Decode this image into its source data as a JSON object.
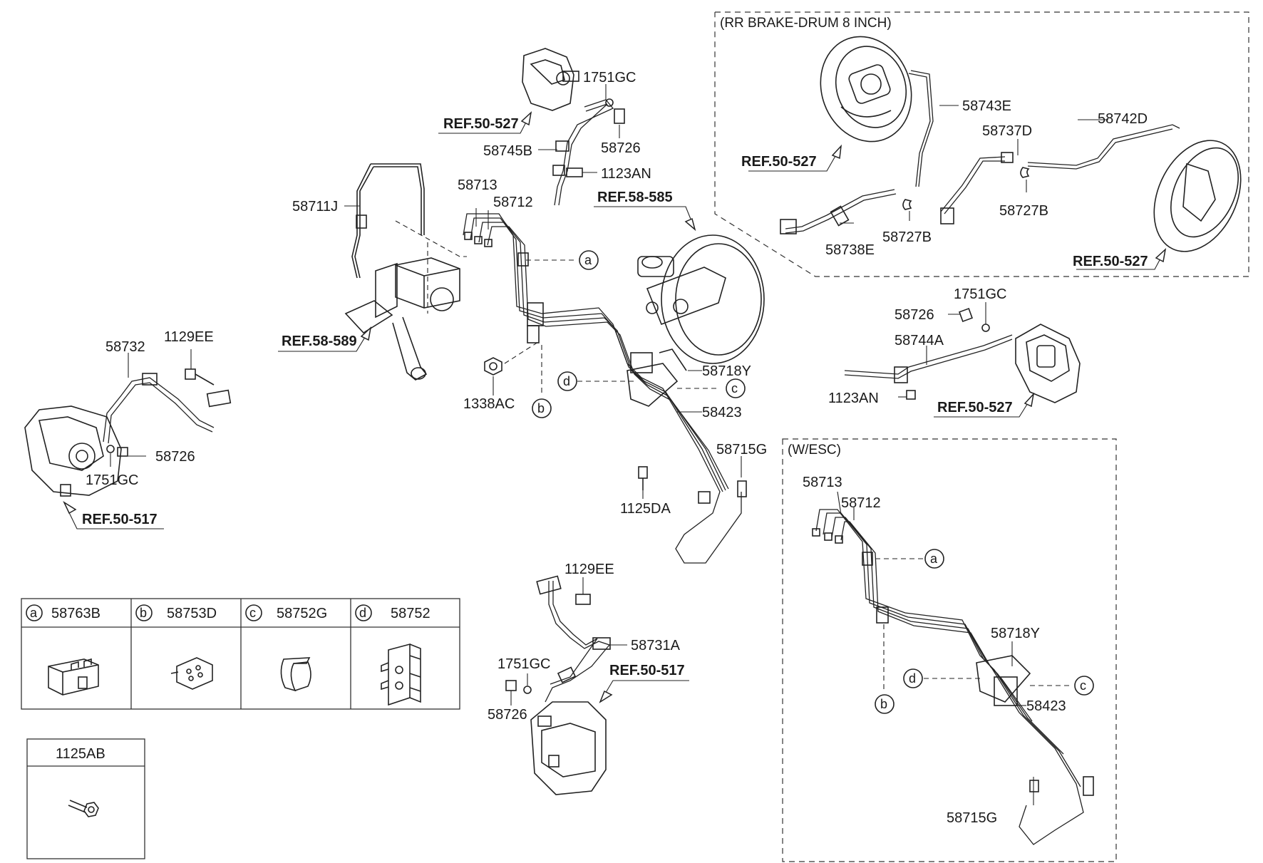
{
  "sections": {
    "rr_brake_drum": "(RR BRAKE-DRUM 8 INCH)",
    "w_esc": "(W/ESC)"
  },
  "callouts": {
    "p1751gc_top": "1751GC",
    "ref50527_top": "REF.50-527",
    "p58726_top": "58726",
    "p58745b": "58745B",
    "p1123an_top": "1123AN",
    "ref58585": "REF.58-585",
    "p58713": "58713",
    "p58712": "58712",
    "p58711j": "58711J",
    "ref58589": "REF.58-589",
    "p58732": "58732",
    "p1129ee_left": "1129EE",
    "p58726_left": "58726",
    "p1751gc_left": "1751GC",
    "ref50517_left": "REF.50-517",
    "p1338ac": "1338AC",
    "p58718y": "58718Y",
    "p58423": "58423",
    "p58715g": "58715G",
    "p1125da": "1125DA",
    "p1129ee_bottom": "1129EE",
    "p58731a": "58731A",
    "ref50517_bottom": "REF.50-517",
    "p1751gc_bottom": "1751GC",
    "p58726_bottom": "58726",
    "p58743e": "58743E",
    "ref50527_rr_left": "REF.50-527",
    "p58737d": "58737D",
    "p58742d": "58742D",
    "p58738e": "58738E",
    "p58727b_1": "58727B",
    "p58727b_2": "58727B",
    "ref50527_rr_right": "REF.50-527",
    "p1751gc_right": "1751GC",
    "p58726_right": "58726",
    "p58744a": "58744A",
    "p1123an_right": "1123AN",
    "ref50527_right": "REF.50-527",
    "esc_58713": "58713",
    "esc_58712": "58712",
    "esc_58718y": "58718Y",
    "esc_58423": "58423",
    "esc_58715g": "58715G"
  },
  "circle_letters": {
    "a": "a",
    "b": "b",
    "c": "c",
    "d": "d"
  },
  "legend_table": {
    "cells": [
      {
        "letter": "a",
        "part": "58763B"
      },
      {
        "letter": "b",
        "part": "58753D"
      },
      {
        "letter": "c",
        "part": "58752G"
      },
      {
        "letter": "d",
        "part": "58752"
      }
    ]
  },
  "bolt_box": {
    "part": "1125AB"
  }
}
